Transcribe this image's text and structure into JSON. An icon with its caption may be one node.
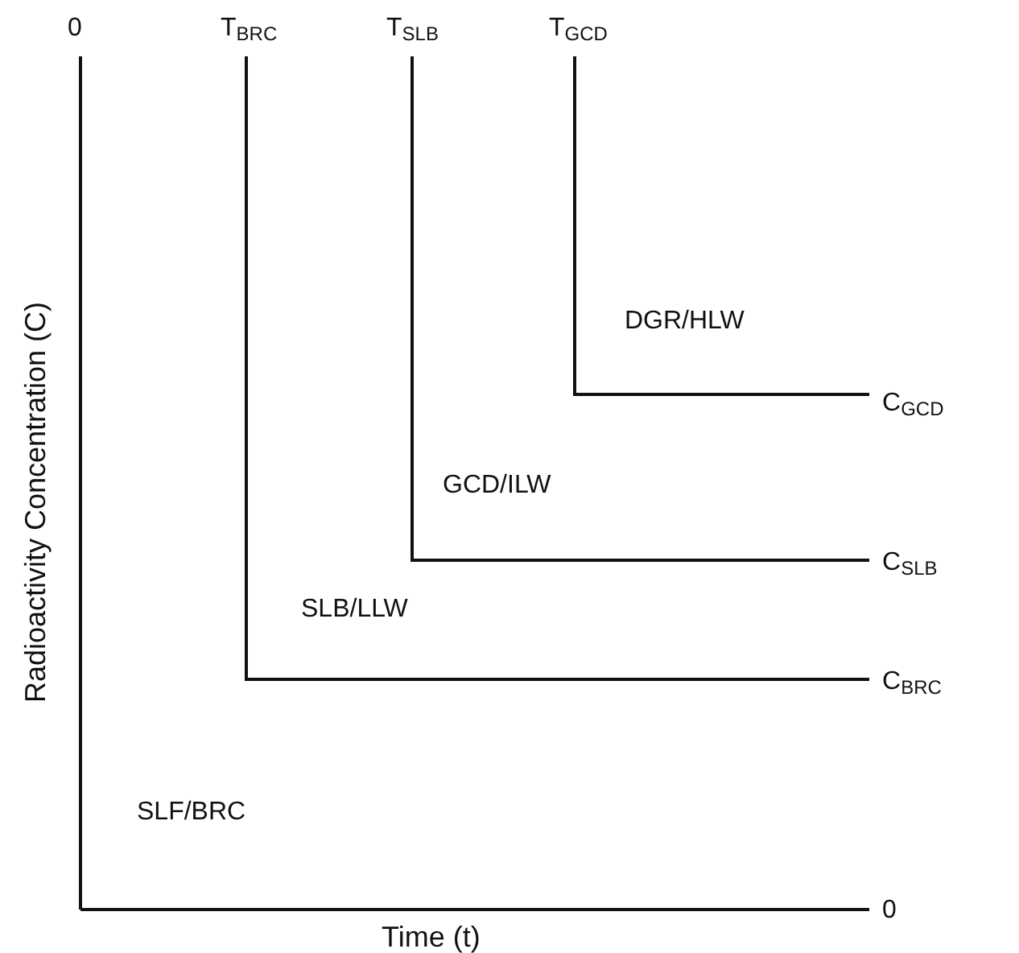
{
  "diagram": {
    "labels": [
      "0",
      "T$_{BRC}$",
      "T$_{SLB}$",
      "T$_{GCD}$",
      "DGR/HLW",
      "C$_{GCD}$",
      "GCD/ILW",
      "C$_{SLB}$",
      "SLB/LLW",
      "C$_{BRC}$",
      "Radioactivity Concentration (C)",
      "SLF/BRC",
      "0",
      "Time (t)"
    ]
  }
}
